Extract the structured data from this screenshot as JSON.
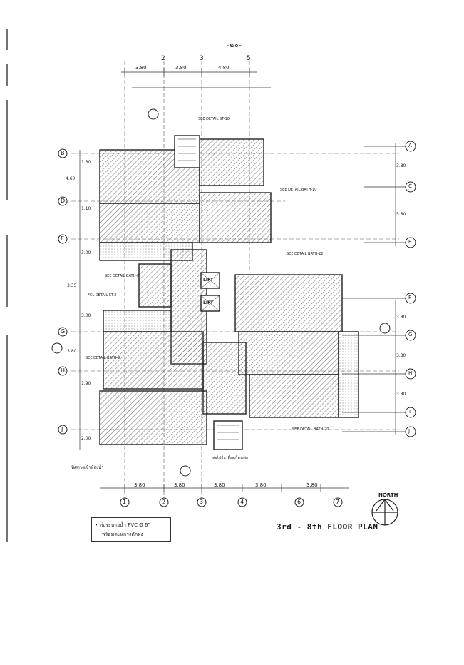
{
  "sheet": {
    "page_number": "-๒๐-",
    "title": "3rd - 8th FLOOR PLAN",
    "north_label": "NORTH"
  },
  "legend": {
    "line1": "• ท่อระบายน้ำ  PVC  Ø 6\"",
    "line2": "พร้อมตะแกรงดักผง"
  },
  "grid": {
    "columns": [
      "1",
      "2",
      "3",
      "4",
      "5",
      "6",
      "7"
    ],
    "rows": [
      "A",
      "B",
      "C",
      "D",
      "E",
      "F",
      "G",
      "H",
      "I",
      "J"
    ],
    "top_dims": [
      "3.80",
      "3.80",
      "4.80"
    ],
    "bottom_dims": [
      "3.80",
      "3.80",
      "3.80",
      "3.80",
      "3.80"
    ],
    "left_dims": [
      "1.30",
      "4.60",
      "1.10",
      "3.00",
      "3.35",
      "3.00",
      "3.80",
      "1.90",
      "2.00"
    ],
    "right_dims": [
      "3.80",
      "5.80",
      "3.80",
      "3.80",
      "3.80"
    ]
  },
  "labels": {
    "lift1": "LIFT",
    "lift2": "LIFT",
    "see_detail_bath_10": "SEE DETAIL  BATH-10",
    "see_detail_bath_22": "SEE DETAIL  BATH-22",
    "see_detail_bath_8": "SEE DETAIL  BATH-8",
    "see_detail_bath_20": "SEE DETAIL  BATH-20",
    "see_detail_bath_9": "SEE DETAIL  BATH-9",
    "see_detail_st": "SEE DETAIL  ST-10",
    "fcl_detail": "FCL DETAIL  ST-2",
    "side_note": "ทิศทางเข้าห้องน้ำ",
    "bottom_note": "ท่อไปป์นำทิ้งลงโพรงท่อ"
  },
  "colors": {
    "ink": "#1e1e1e",
    "hatch": "#6b6b6b",
    "paper": "#ffffff"
  }
}
